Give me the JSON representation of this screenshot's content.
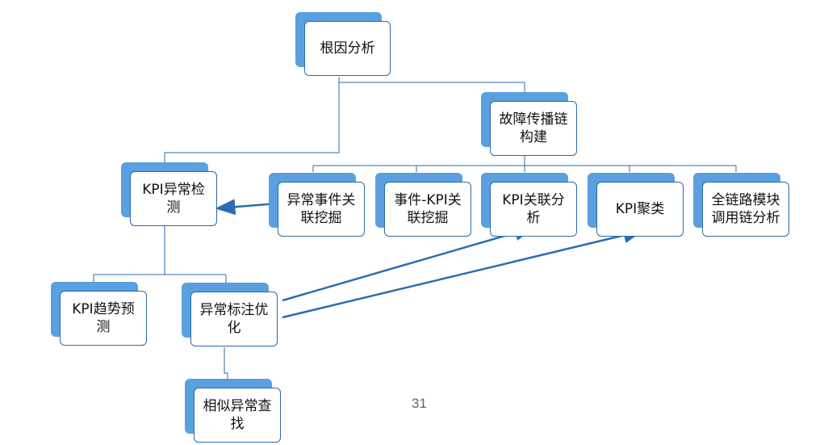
{
  "nodes": {
    "root": {
      "label": "根因分析"
    },
    "fault_propagation": {
      "label": "故障传播链构建"
    },
    "kpi_anomaly": {
      "label": "KPI异常检测"
    },
    "anomaly_event": {
      "label": "异常事件关联挖掘"
    },
    "event_kpi": {
      "label": "事件-KPI关联挖掘"
    },
    "kpi_correlation": {
      "label": "KPI关联分析"
    },
    "kpi_cluster": {
      "label": "KPI聚类"
    },
    "full_link": {
      "label": "全链路模块调用链分析"
    },
    "kpi_trend": {
      "label": "KPI趋势预测"
    },
    "anomaly_label": {
      "label": "异常标注优化"
    },
    "similar_anomaly": {
      "label": "相似异常查找"
    }
  },
  "page_number": "31",
  "colors": {
    "shadow": "#5a9fe0",
    "border": "#2b6aa6",
    "connector": "#2b6aa6",
    "arrow": "#2a6db0"
  }
}
